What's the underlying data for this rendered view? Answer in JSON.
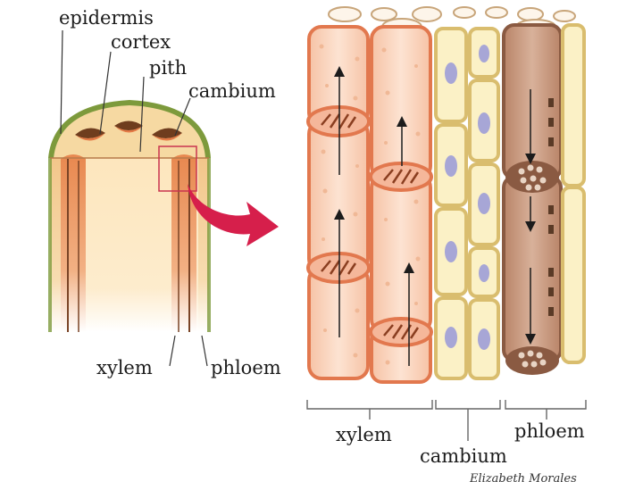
{
  "stem_labels": {
    "epidermis": "epidermis",
    "cortex": "cortex",
    "pith": "pith",
    "cambium": "cambium",
    "xylem": "xylem",
    "phloem": "phloem"
  },
  "tissue_labels": {
    "xylem": "xylem",
    "cambium": "cambium",
    "phloem": "phloem"
  },
  "credit": "Elizabeth Morales",
  "colors": {
    "xylem_fill": "#f7cdb4",
    "xylem_wall": "#e2784e",
    "cambium_fill": "#fbf1c6",
    "cambium_wall": "#d9bd6e",
    "phloem_fill": "#c99b82",
    "phloem_wall": "#8a5a42",
    "epidermis": "#7d9a3c",
    "cortex": "#f6d9a2",
    "pith": "#fde8c2",
    "arrow": "#d61f4b",
    "nucleus": "#a7a6d6"
  }
}
